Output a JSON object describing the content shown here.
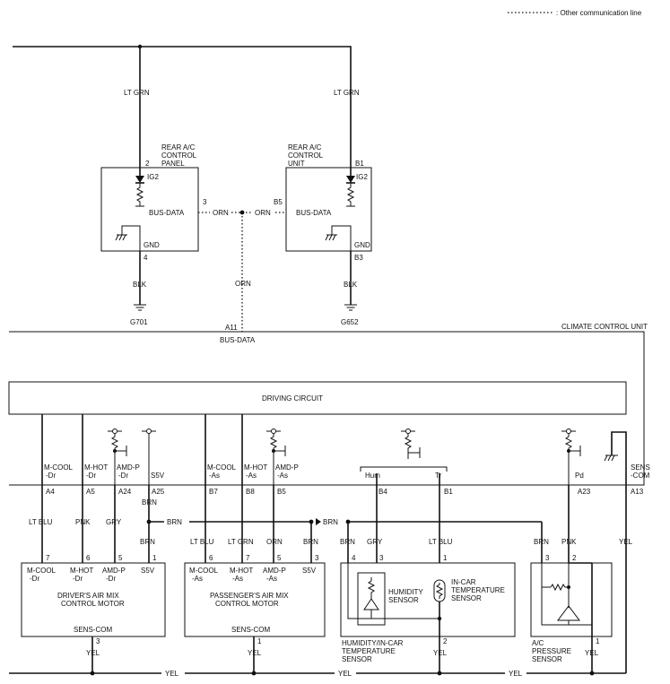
{
  "legend": {
    "text": ": Other communication line"
  },
  "rear_panel": {
    "title_1": "REAR A/C",
    "title_2": "CONTROL",
    "title_3": "PANEL",
    "pin_ig2": "2",
    "ig2": "IG2",
    "pin_bus": "3",
    "bus": "BUS-DATA",
    "gnd": "GND",
    "pin_gnd": "4"
  },
  "rear_unit": {
    "title_1": "REAR A/C",
    "title_2": "CONTROL",
    "title_3": "UNIT",
    "pin_ig2": "B1",
    "ig2": "IG2",
    "pin_bus": "B5",
    "bus": "BUS-DATA",
    "gnd": "GND",
    "pin_gnd": "B3"
  },
  "wires": {
    "lt_grn": "LT GRN",
    "orn": "ORN",
    "blk": "BLK",
    "lt_blu": "LT BLU",
    "pnk": "PNK",
    "gry": "GRY",
    "brn": "BRN",
    "yel": "YEL"
  },
  "grounds": {
    "g701": "G701",
    "g652": "G652"
  },
  "ccu": {
    "title": "CLIMATE CONTROL UNIT",
    "bus_pin": "A11",
    "bus": "BUS-DATA",
    "driving": "DRIVING CIRCUIT"
  },
  "ccu_pins": {
    "m_cool_dr": "M-COOL",
    "dr": "-Dr",
    "m_hot_dr": "M-HOT",
    "amd_p_dr": "AMD-P",
    "s5v": "S5V",
    "m_cool_as": "M-COOL",
    "as": "-As",
    "m_hot_as": "M-HOT",
    "amd_p_as": "AMD-P",
    "hum": "Hum",
    "tr": "Tr",
    "pd": "Pd",
    "sens": "SENS",
    "com": "-COM",
    "a4": "A4",
    "a5": "A5",
    "a24": "A24",
    "a25": "A25",
    "b7": "B7",
    "b8": "B8",
    "b5": "B5",
    "b4": "B4",
    "b1": "B1",
    "a23": "A23",
    "a13": "A13"
  },
  "driver_motor": {
    "name_1": "DRIVER'S AIR MIX",
    "name_2": "CONTROL MOTOR",
    "sens_com": "SENS-COM",
    "pin7": "7",
    "pin6": "6",
    "pin5": "5",
    "pin1": "1",
    "pin3": "3",
    "m_cool": "M-COOL",
    "m_hot": "M-HOT",
    "amd_p": "AMD-P",
    "suffix": "-Dr",
    "s5v": "S5V"
  },
  "pass_motor": {
    "name_1": "PASSENGER'S AIR MIX",
    "name_2": "CONTROL MOTOR",
    "sens_com": "SENS-COM",
    "pin6": "6",
    "pin7": "7",
    "pin5": "5",
    "pin3": "3",
    "pin1": "1",
    "m_cool": "M-COOL",
    "m_hot": "M-HOT",
    "amd_p": "AMD-P",
    "suffix": "-As",
    "s5v": "S5V"
  },
  "hum_sensor": {
    "name_1": "HUMIDITY/IN-CAR",
    "name_2": "TEMPERATURE",
    "name_3": "SENSOR",
    "humidity_1": "HUMIDITY",
    "humidity_2": "SENSOR",
    "incar_1": "IN-CAR",
    "incar_2": "TEMPERATURE",
    "incar_3": "SENSOR",
    "pin4": "4",
    "pin3": "3",
    "pin1": "1",
    "pin2": "2"
  },
  "pressure_sensor": {
    "name_1": "A/C",
    "name_2": "PRESSURE",
    "name_3": "SENSOR",
    "pin3": "3",
    "pin2": "2",
    "pin1": "1"
  }
}
